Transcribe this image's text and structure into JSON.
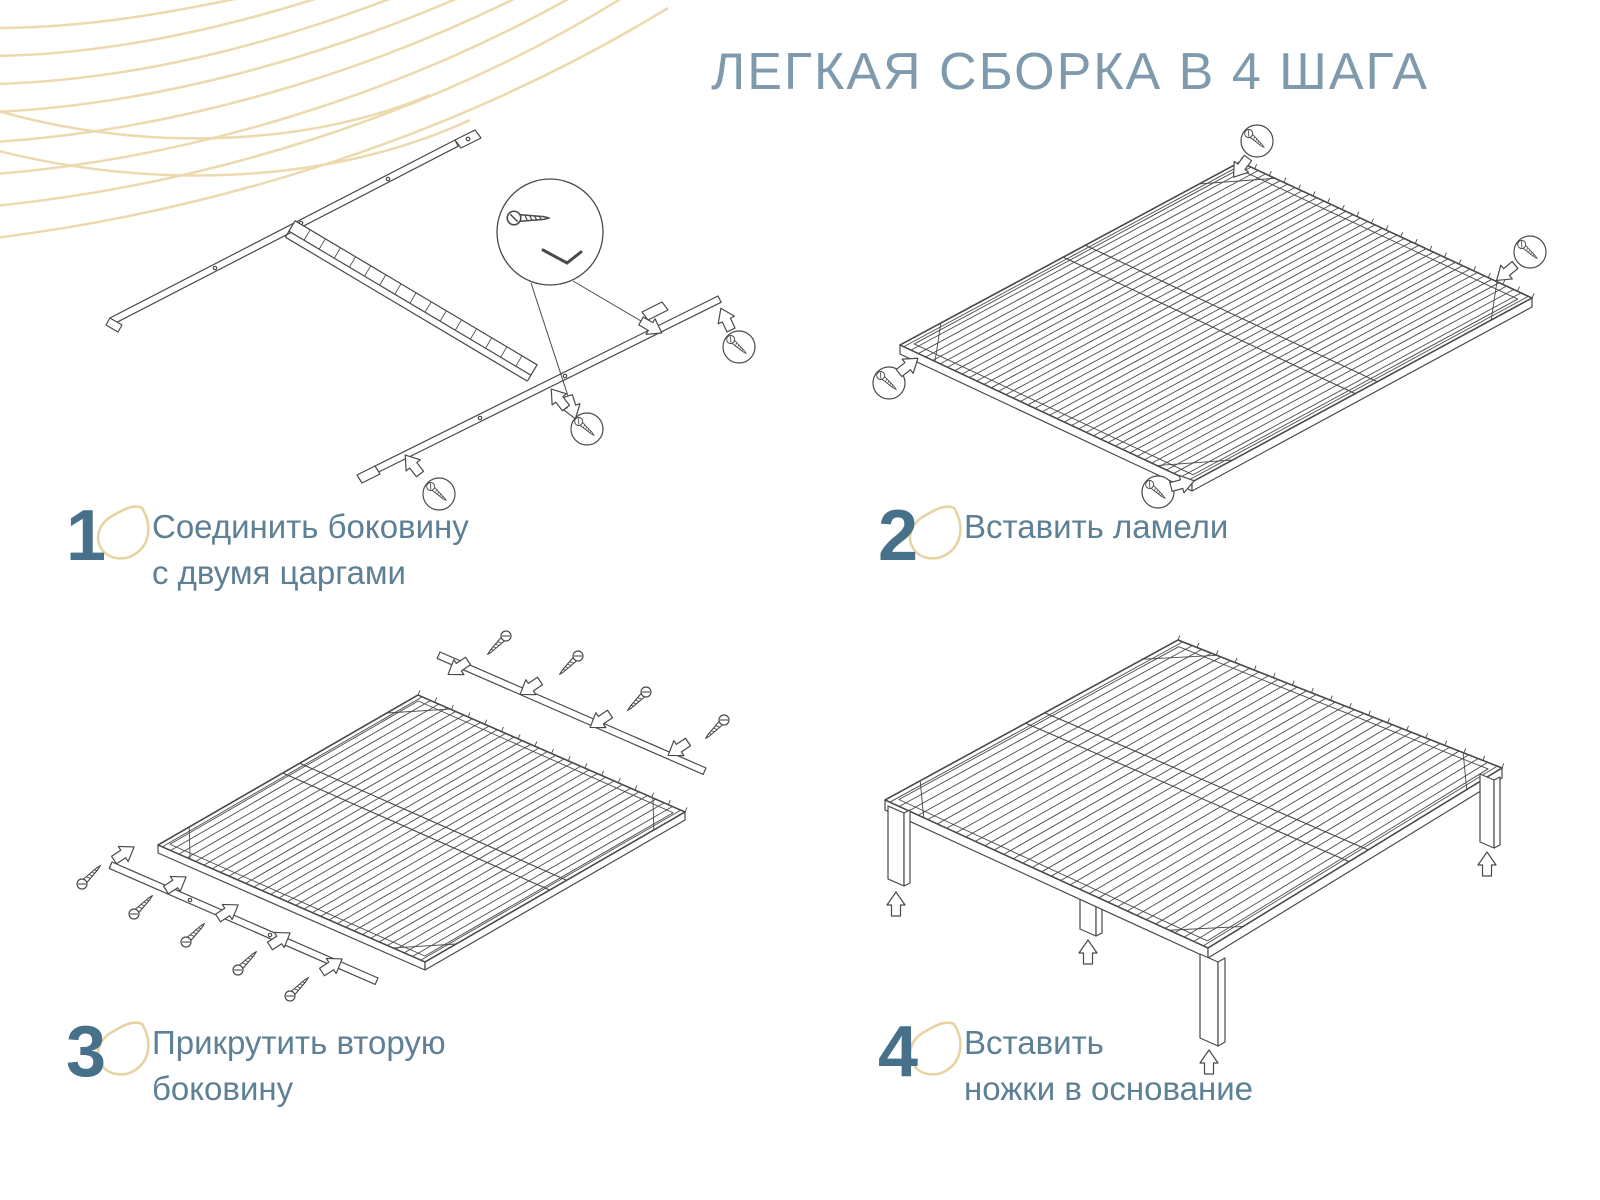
{
  "title": "ЛЕГКАЯ СБОРКА В 4 ШАГА",
  "steps": [
    {
      "number": "1",
      "line1": "Соединить боковину",
      "line2": "с двумя царгами"
    },
    {
      "number": "2",
      "line1": "Вставить ламели",
      "line2": ""
    },
    {
      "number": "3",
      "line1": "Прикрутить вторую",
      "line2": "боковину"
    },
    {
      "number": "4",
      "line1": "Вставить",
      "line2": "ножки в основание"
    }
  ],
  "colors": {
    "title": "#7e9aac",
    "step_number": "#47708a",
    "step_text": "#5e8095",
    "gold_accent": "#e8d5a5",
    "line_art": "#4a4a4a",
    "background": "#ffffff"
  },
  "illustrations": [
    "step1-connect-side-with-two-rails",
    "step2-insert-slats-into-frame",
    "step3-screw-on-second-side",
    "step4-insert-legs-into-base"
  ]
}
